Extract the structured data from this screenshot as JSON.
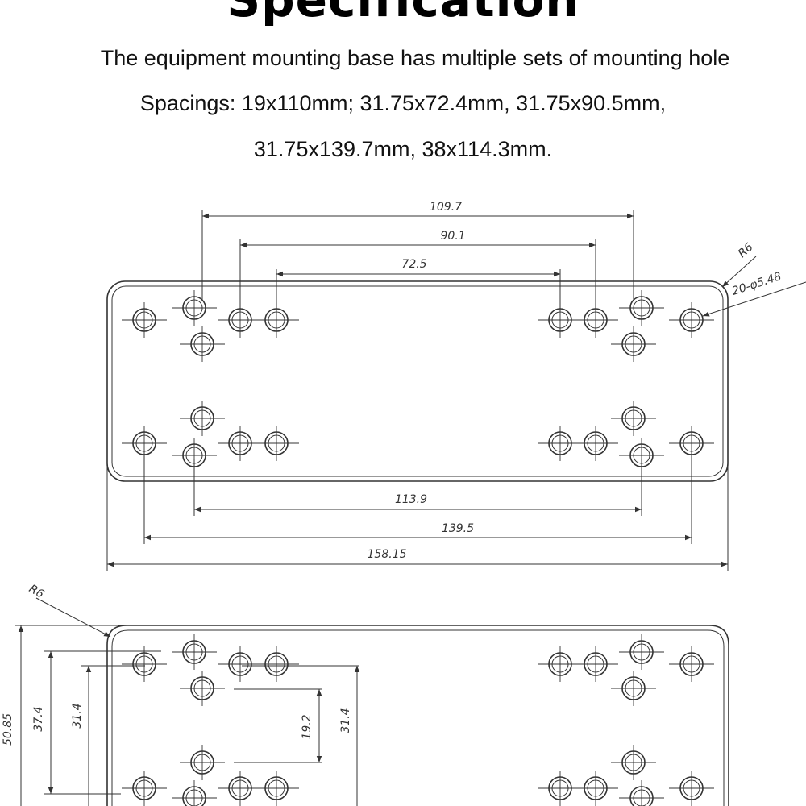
{
  "heading": "Specification",
  "description": [
    "The equipment mounting base has multiple sets of mounting hole",
    "Spacings: 19x110mm; 31.75x72.4mm, 31.75x90.5mm,",
    "31.75x139.7mm, 38x114.3mm."
  ],
  "top_view": {
    "dims_top": [
      "109.7",
      "90.1",
      "72.5"
    ],
    "dims_bottom": [
      "113.9",
      "139.5",
      "158.15"
    ],
    "corner_radius_label": "R6",
    "hole_label": "20-φ5.48"
  },
  "side_view": {
    "corner_radius_label": "R6",
    "dims_vertical": [
      "50.85",
      "37.4",
      "31.4",
      "19.2",
      "31.4"
    ]
  }
}
